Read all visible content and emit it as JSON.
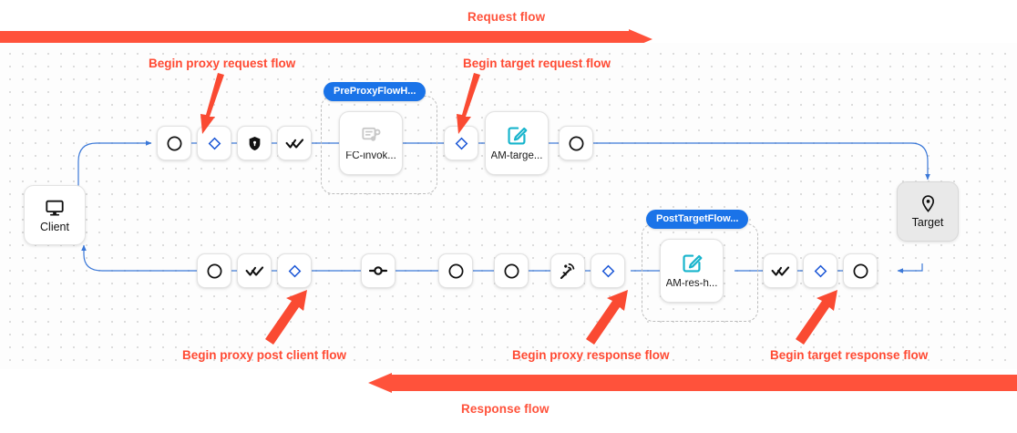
{
  "bands": {
    "request": {
      "label": "Request flow",
      "color": "#ff523b",
      "direction": "right"
    },
    "response": {
      "label": "Response flow",
      "color": "#ff523b",
      "direction": "left"
    }
  },
  "annotations": [
    {
      "id": "begin-proxy-request",
      "label": "Begin proxy request flow"
    },
    {
      "id": "begin-target-request",
      "label": "Begin target request flow"
    },
    {
      "id": "begin-proxy-post-client",
      "label": "Begin proxy post client flow"
    },
    {
      "id": "begin-proxy-response",
      "label": "Begin proxy response flow"
    },
    {
      "id": "begin-target-response",
      "label": "Begin target response flow"
    }
  ],
  "endpoints": {
    "client": {
      "label": "Client",
      "icon": "monitor-icon"
    },
    "target": {
      "label": "Target",
      "icon": "location-pin-icon"
    }
  },
  "groups": [
    {
      "id": "pre-proxy-flow-hook",
      "chip": "PreProxyFlowH..."
    },
    {
      "id": "post-target-flow-hook",
      "chip": "PostTargetFlow..."
    }
  ],
  "request_row": [
    {
      "id": "rq-start",
      "icon": "circle-icon",
      "kind": "small"
    },
    {
      "id": "rq-condition-1",
      "icon": "diamond-icon",
      "kind": "small"
    },
    {
      "id": "rq-security",
      "icon": "shield-lock-icon",
      "kind": "small"
    },
    {
      "id": "rq-checks",
      "icon": "double-check-icon",
      "kind": "small"
    },
    {
      "id": "rq-fc-invoke",
      "icon": "policy-script-icon",
      "kind": "big",
      "label": "FC-invok..."
    },
    {
      "id": "rq-condition-2",
      "icon": "diamond-icon",
      "kind": "small"
    },
    {
      "id": "rq-am-target",
      "icon": "assign-message-icon",
      "kind": "big",
      "label": "AM-targe..."
    },
    {
      "id": "rq-end",
      "icon": "circle-icon",
      "kind": "small"
    }
  ],
  "response_row": [
    {
      "id": "rs-start",
      "icon": "circle-icon",
      "kind": "small"
    },
    {
      "id": "rs-checks",
      "icon": "double-check-icon",
      "kind": "small"
    },
    {
      "id": "rs-condition-1",
      "icon": "diamond-icon",
      "kind": "small"
    },
    {
      "id": "rs-endpoint",
      "icon": "node-endpoint-icon",
      "kind": "small"
    },
    {
      "id": "rs-circle-1",
      "icon": "circle-icon",
      "kind": "small"
    },
    {
      "id": "rs-circle-2",
      "icon": "circle-icon",
      "kind": "small"
    },
    {
      "id": "rs-broadcast",
      "icon": "broadcast-icon",
      "kind": "small"
    },
    {
      "id": "rs-condition-2",
      "icon": "diamond-icon",
      "kind": "small"
    },
    {
      "id": "rs-am-res",
      "icon": "assign-message-icon",
      "kind": "big",
      "label": "AM-res-h..."
    },
    {
      "id": "rs-checks-2",
      "icon": "double-check-icon",
      "kind": "small"
    },
    {
      "id": "rs-condition-3",
      "icon": "diamond-icon",
      "kind": "small"
    },
    {
      "id": "rs-end",
      "icon": "circle-icon",
      "kind": "small"
    }
  ],
  "colors": {
    "flow_red": "#ff523b",
    "edge_blue": "#3b78d8",
    "diamond_blue": "#1a56d6",
    "chip_blue": "#1a73e8",
    "policy_teal": "#17b4cc"
  }
}
